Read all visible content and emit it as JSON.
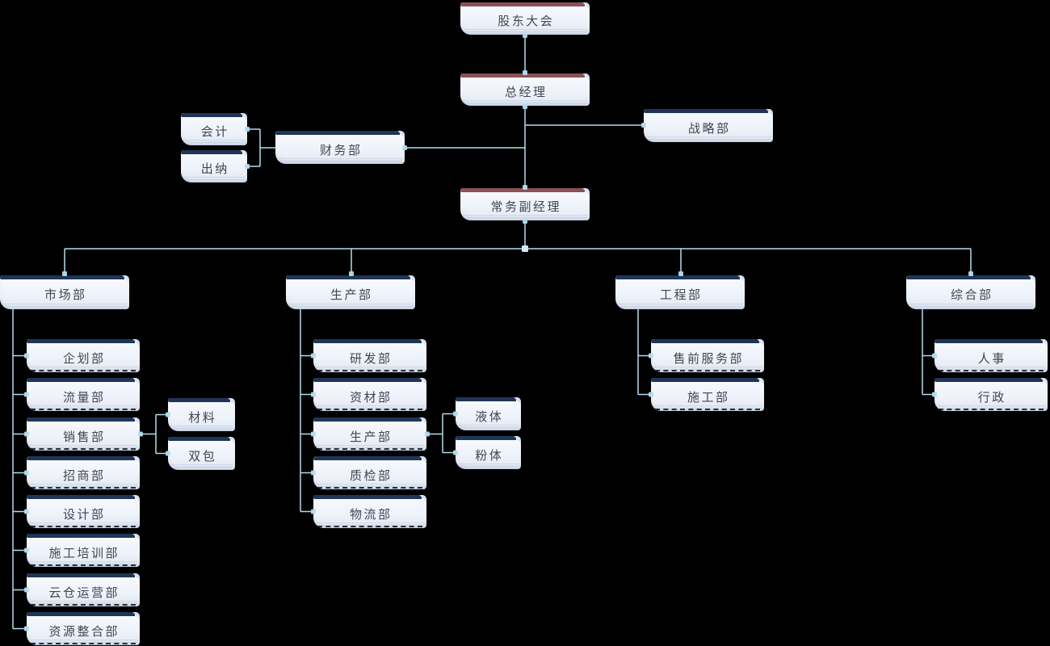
{
  "diagram": {
    "type": "org-chart",
    "background": "#000000",
    "colors": {
      "executive_bar": "#8a5156",
      "department_bar": "#1e3557",
      "connector": "#b5dcec",
      "connector_dot": "#b2dcee",
      "box_fill": "#eef2f9",
      "text": "#3f4553"
    },
    "nodes": [
      {
        "id": "shareholders-meeting",
        "label": "股东大会",
        "tier": "executive"
      },
      {
        "id": "general-manager",
        "label": "总经理",
        "tier": "executive"
      },
      {
        "id": "accounting",
        "label": "会计",
        "tier": "department"
      },
      {
        "id": "cashier",
        "label": "出纳",
        "tier": "department"
      },
      {
        "id": "finance-dept",
        "label": "财务部",
        "tier": "department"
      },
      {
        "id": "strategy-dept",
        "label": "战略部",
        "tier": "department"
      },
      {
        "id": "executive-deputy-manager",
        "label": "常务副经理",
        "tier": "executive"
      },
      {
        "id": "marketing-dept",
        "label": "市场部",
        "tier": "department"
      },
      {
        "id": "production-dept",
        "label": "生产部",
        "tier": "department"
      },
      {
        "id": "engineering-dept",
        "label": "工程部",
        "tier": "department"
      },
      {
        "id": "general-affairs-dept",
        "label": "综合部",
        "tier": "department"
      },
      {
        "id": "planning-dept",
        "label": "企划部",
        "tier": "department"
      },
      {
        "id": "traffic-dept",
        "label": "流量部",
        "tier": "department"
      },
      {
        "id": "sales-dept",
        "label": "销售部",
        "tier": "department"
      },
      {
        "id": "investment-dept",
        "label": "招商部",
        "tier": "department"
      },
      {
        "id": "design-dept",
        "label": "设计部",
        "tier": "department"
      },
      {
        "id": "construction-training-dept",
        "label": "施工培训部",
        "tier": "department"
      },
      {
        "id": "cloud-warehouse-ops-dept",
        "label": "云仓运营部",
        "tier": "department"
      },
      {
        "id": "resource-integration-dept",
        "label": "资源整合部",
        "tier": "department"
      },
      {
        "id": "materials",
        "label": "材料",
        "tier": "department"
      },
      {
        "id": "dual-contract",
        "label": "双包",
        "tier": "department"
      },
      {
        "id": "rd-dept",
        "label": "研发部",
        "tier": "department"
      },
      {
        "id": "materials-supply-dept",
        "label": "资材部",
        "tier": "department"
      },
      {
        "id": "production-sub-dept",
        "label": "生产部",
        "tier": "department"
      },
      {
        "id": "quality-inspection-dept",
        "label": "质检部",
        "tier": "department"
      },
      {
        "id": "logistics-dept",
        "label": "物流部",
        "tier": "department"
      },
      {
        "id": "liquid",
        "label": "液体",
        "tier": "department"
      },
      {
        "id": "powder",
        "label": "粉体",
        "tier": "department"
      },
      {
        "id": "presales-service-dept",
        "label": "售前服务部",
        "tier": "department"
      },
      {
        "id": "construction-dept",
        "label": "施工部",
        "tier": "department"
      },
      {
        "id": "hr",
        "label": "人事",
        "tier": "department"
      },
      {
        "id": "admin",
        "label": "行政",
        "tier": "department"
      }
    ],
    "edges": [
      [
        "shareholders-meeting",
        "general-manager"
      ],
      [
        "general-manager",
        "finance-dept"
      ],
      [
        "general-manager",
        "strategy-dept"
      ],
      [
        "finance-dept",
        "accounting"
      ],
      [
        "finance-dept",
        "cashier"
      ],
      [
        "general-manager",
        "executive-deputy-manager"
      ],
      [
        "executive-deputy-manager",
        "marketing-dept"
      ],
      [
        "executive-deputy-manager",
        "production-dept"
      ],
      [
        "executive-deputy-manager",
        "engineering-dept"
      ],
      [
        "executive-deputy-manager",
        "general-affairs-dept"
      ],
      [
        "marketing-dept",
        "planning-dept"
      ],
      [
        "marketing-dept",
        "traffic-dept"
      ],
      [
        "marketing-dept",
        "sales-dept"
      ],
      [
        "marketing-dept",
        "investment-dept"
      ],
      [
        "marketing-dept",
        "design-dept"
      ],
      [
        "marketing-dept",
        "construction-training-dept"
      ],
      [
        "marketing-dept",
        "cloud-warehouse-ops-dept"
      ],
      [
        "marketing-dept",
        "resource-integration-dept"
      ],
      [
        "sales-dept",
        "materials"
      ],
      [
        "sales-dept",
        "dual-contract"
      ],
      [
        "production-dept",
        "rd-dept"
      ],
      [
        "production-dept",
        "materials-supply-dept"
      ],
      [
        "production-dept",
        "production-sub-dept"
      ],
      [
        "production-dept",
        "quality-inspection-dept"
      ],
      [
        "production-dept",
        "logistics-dept"
      ],
      [
        "production-sub-dept",
        "liquid"
      ],
      [
        "production-sub-dept",
        "powder"
      ],
      [
        "engineering-dept",
        "presales-service-dept"
      ],
      [
        "engineering-dept",
        "construction-dept"
      ],
      [
        "general-affairs-dept",
        "hr"
      ],
      [
        "general-affairs-dept",
        "admin"
      ]
    ]
  }
}
